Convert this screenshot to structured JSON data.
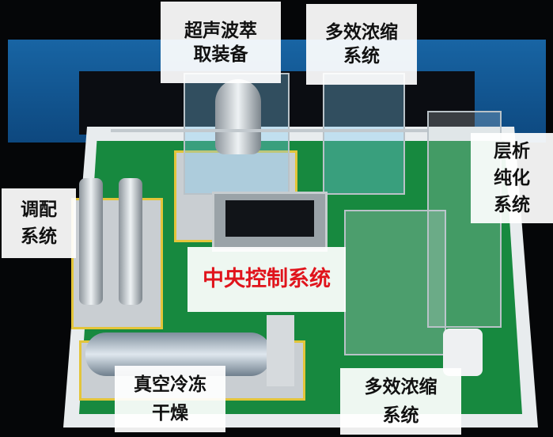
{
  "labels": {
    "ultrasonic": [
      "超声波萃",
      "取装备"
    ],
    "concentrate_top": [
      "多效浓缩",
      "系统"
    ],
    "chromatography": [
      "层析",
      "纯化",
      "系统"
    ],
    "blending": [
      "调配",
      "系统"
    ],
    "central_control": "中央控制系统",
    "freeze_dry": [
      "真空冷冻",
      "干燥"
    ],
    "concentrate_bottom": [
      "多效浓缩",
      "系统"
    ]
  },
  "colors": {
    "floor": "#17893f",
    "accent_red": "#e0141c",
    "backdrop": "#1a6fb5"
  }
}
